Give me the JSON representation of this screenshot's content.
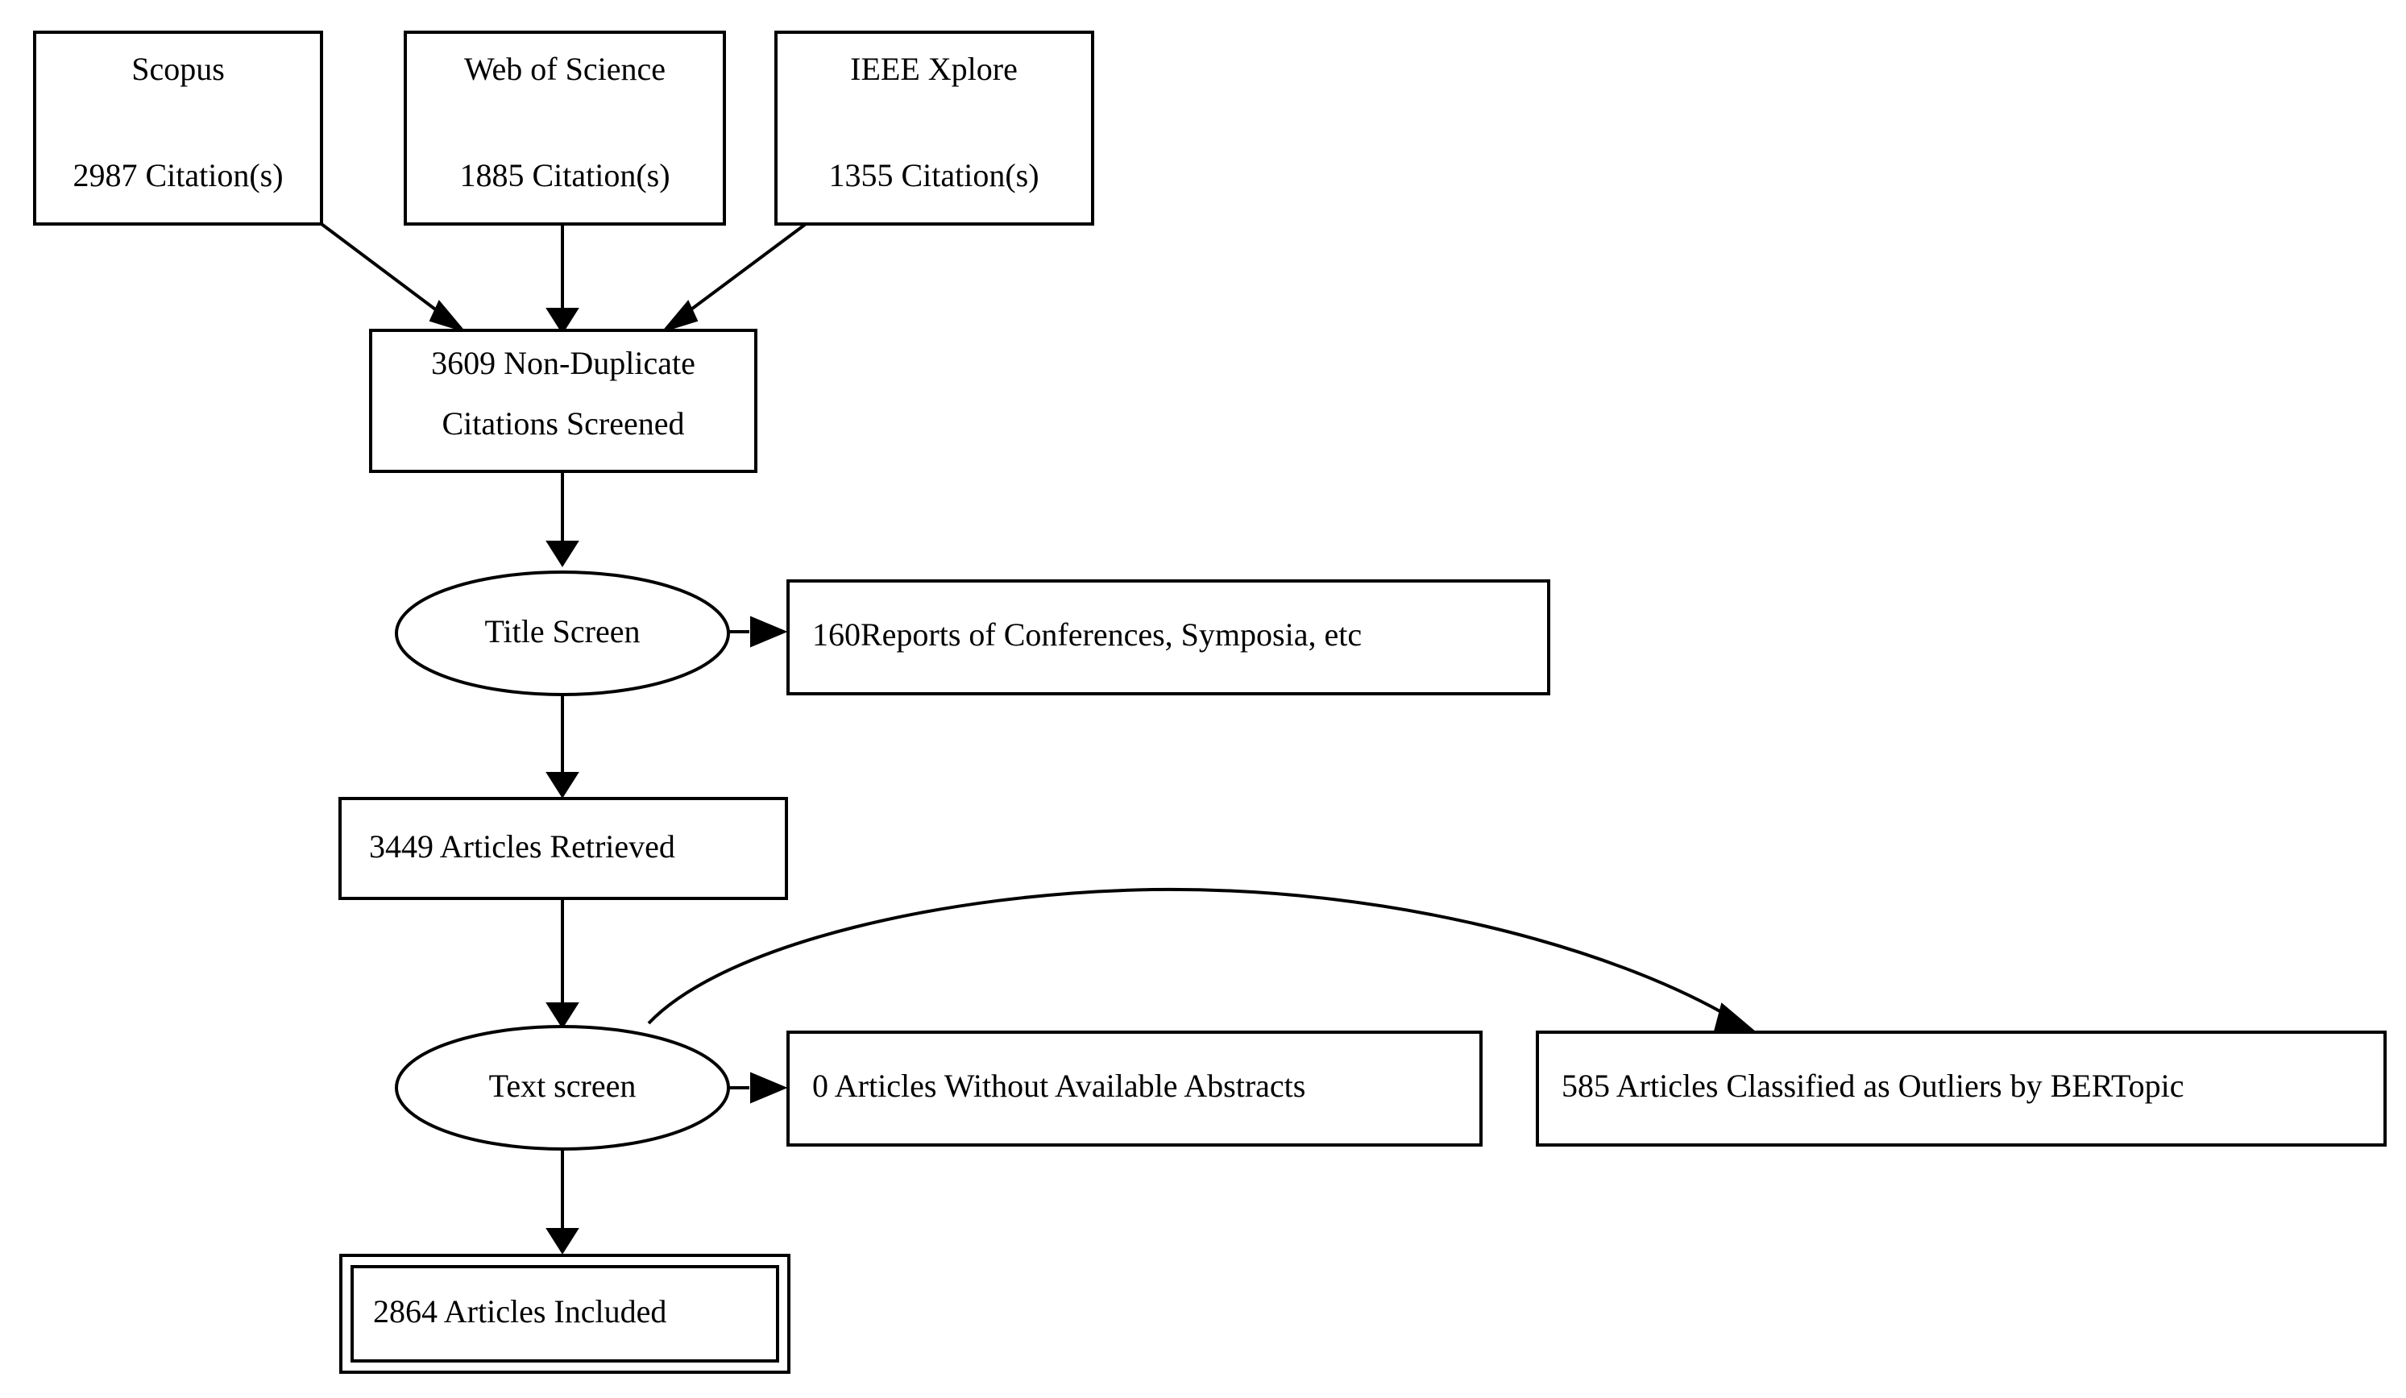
{
  "diagram": {
    "title": "PRISMA-style literature screening flow diagram",
    "type": "flowchart",
    "background_color": "#ffffff",
    "line_color": "#000000",
    "text_color": "#000000",
    "nodes": [
      {
        "id": "scopus",
        "shape": "box",
        "peripheries": 1,
        "lines": [
          "Scopus",
          "2987 Citation(s)"
        ],
        "line1": "Scopus",
        "line2": "2987 Citation(s)",
        "count": 2987
      },
      {
        "id": "wos",
        "shape": "box",
        "peripheries": 1,
        "lines": [
          "Web of Science",
          "1885 Citation(s)"
        ],
        "line1": "Web of Science",
        "line2": "1885 Citation(s)",
        "count": 1885
      },
      {
        "id": "ieee",
        "shape": "box",
        "peripheries": 1,
        "lines": [
          "IEEE Xplore",
          "1355 Citation(s)"
        ],
        "line1": "IEEE Xplore",
        "line2": "1355 Citation(s)",
        "count": 1355
      },
      {
        "id": "screened",
        "shape": "box",
        "peripheries": 1,
        "lines": [
          "3609 Non-Duplicate",
          "Citations Screened"
        ],
        "line1": "3609 Non-Duplicate",
        "line2": "Citations Screened",
        "count": 3609
      },
      {
        "id": "title-screen",
        "shape": "ellipse",
        "peripheries": 1,
        "lines": [
          "Title Screen"
        ],
        "line1": "Title Screen"
      },
      {
        "id": "reports-excluded",
        "shape": "box",
        "peripheries": 1,
        "lines": [
          "160Reports of Conferences, Symposia, etc"
        ],
        "line1": "160Reports of Conferences, Symposia, etc",
        "count": 160
      },
      {
        "id": "retrieved",
        "shape": "box",
        "peripheries": 1,
        "lines": [
          "3449 Articles Retrieved"
        ],
        "line1": "3449 Articles Retrieved",
        "count": 3449
      },
      {
        "id": "text-screen",
        "shape": "ellipse",
        "peripheries": 1,
        "lines": [
          "Text screen"
        ],
        "line1": "Text screen"
      },
      {
        "id": "no-abstract",
        "shape": "box",
        "peripheries": 1,
        "lines": [
          "0 Articles Without Available Abstracts"
        ],
        "line1": "0 Articles Without Available Abstracts",
        "count": 0
      },
      {
        "id": "outliers",
        "shape": "box",
        "peripheries": 1,
        "lines": [
          "585 Articles Classified as Outliers by BERTopic"
        ],
        "line1": "585 Articles Classified as Outliers by BERTopic",
        "count": 585
      },
      {
        "id": "included",
        "shape": "box",
        "peripheries": 2,
        "lines": [
          "2864 Articles Included"
        ],
        "line1": "2864 Articles Included",
        "count": 2864
      }
    ],
    "edges": [
      {
        "id": "scopus-screened",
        "from": "scopus",
        "to": "screened",
        "style": "straight"
      },
      {
        "id": "wos-screened",
        "from": "wos",
        "to": "screened",
        "style": "straight"
      },
      {
        "id": "ieee-screened",
        "from": "ieee",
        "to": "screened",
        "style": "straight"
      },
      {
        "id": "screened-title",
        "from": "screened",
        "to": "title-screen",
        "style": "straight"
      },
      {
        "id": "title-reports",
        "from": "title-screen",
        "to": "reports-excluded",
        "style": "straight"
      },
      {
        "id": "title-retrieved",
        "from": "title-screen",
        "to": "retrieved",
        "style": "straight"
      },
      {
        "id": "retrieved-text",
        "from": "retrieved",
        "to": "text-screen",
        "style": "straight"
      },
      {
        "id": "text-noabstract",
        "from": "text-screen",
        "to": "no-abstract",
        "style": "straight"
      },
      {
        "id": "text-outliers",
        "from": "text-screen",
        "to": "outliers",
        "style": "curved"
      },
      {
        "id": "text-included",
        "from": "text-screen",
        "to": "included",
        "style": "straight"
      }
    ]
  }
}
